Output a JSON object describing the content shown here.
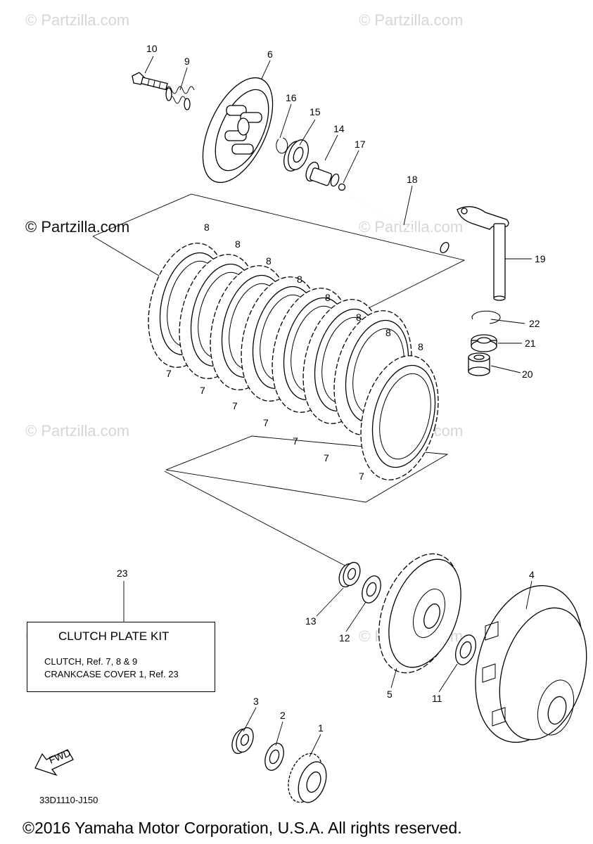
{
  "watermark": "© Partzilla.com",
  "kit_box": {
    "title": "CLUTCH PLATE KIT",
    "line1": "CLUTCH, Ref. 7, 8 & 9",
    "line2": "CRANKCASE COVER 1, Ref. 23"
  },
  "fwd_label": "FWD",
  "diagram_code": "33D1110-J150",
  "copyright": "©2016 Yamaha Motor Corporation, U.S.A. All rights reserved.",
  "callouts": {
    "n1": "1",
    "n2": "2",
    "n3": "3",
    "n4": "4",
    "n5": "5",
    "n6": "6",
    "n9": "9",
    "n10": "10",
    "n11": "11",
    "n12": "12",
    "n13": "13",
    "n14": "14",
    "n15": "15",
    "n16": "16",
    "n17": "17",
    "n18": "18",
    "n19": "19",
    "n20": "20",
    "n21": "21",
    "n22": "22",
    "n23": "23",
    "n7": "7",
    "n8": "8"
  }
}
